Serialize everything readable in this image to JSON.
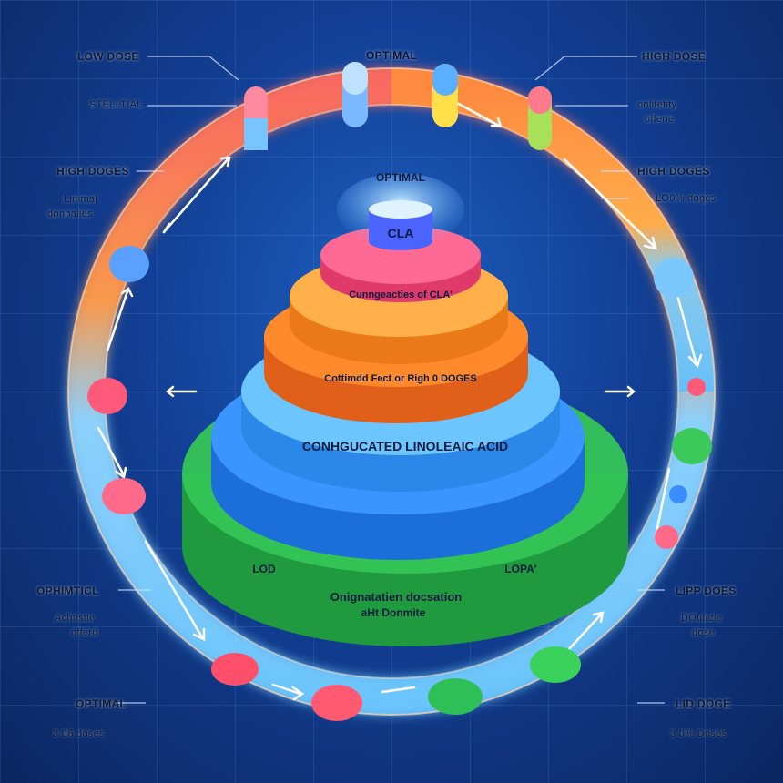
{
  "top_center_label": "OPTIMAL",
  "left_labels": {
    "low_dose": "LOW DOSE",
    "stelltial": "STELLTIAL",
    "high_doges": "HIGH DOGES",
    "linimal": "Linimal",
    "donnalies": "donnalies",
    "ophimticl": "OPHIMTICL",
    "achtistle": "Achtistle",
    "offerd": "offerd",
    "optimal_bottom": "OPTIMAL",
    "doses_bottom": "3.06 doses"
  },
  "right_labels": {
    "high_dose": "HIGH DOSE",
    "onlitetity": "onlitetity",
    "offene": "offene",
    "high_doges": "HIGH DOGES",
    "lo_doges": "LO0% doges",
    "lipp_does": "LIPP DOES",
    "doulatle": "DOulatle",
    "dose": "dose",
    "lid_doge": "LID DOGE",
    "doses_bottom": "3 0% Doses"
  },
  "pyramid": {
    "top_label": "OPTIMAL",
    "cap": "CLA",
    "tier2": "Cunngeacties of CLA'",
    "tier3": "Cottimdd Fect or Righ 0 DOGES",
    "tier4": "CONHGUCATED LINOLEAIC ACID",
    "base_left": "LOD",
    "base_right": "LOPA'",
    "base_line1": "Onignatatien docsation",
    "base_line2": "aHt Donmite"
  },
  "colors": {
    "ring_red": "#ff5a5a",
    "ring_orange": "#ffa03a",
    "ring_blue": "#66ccff",
    "tier_cap": "#3b6cff",
    "tier_pink": "#ff4f7a",
    "tier_orange": "#ff8a24",
    "tier_lightblue": "#4fb3ff",
    "tier_blue": "#2f8cff",
    "tier_green": "#34c653"
  }
}
